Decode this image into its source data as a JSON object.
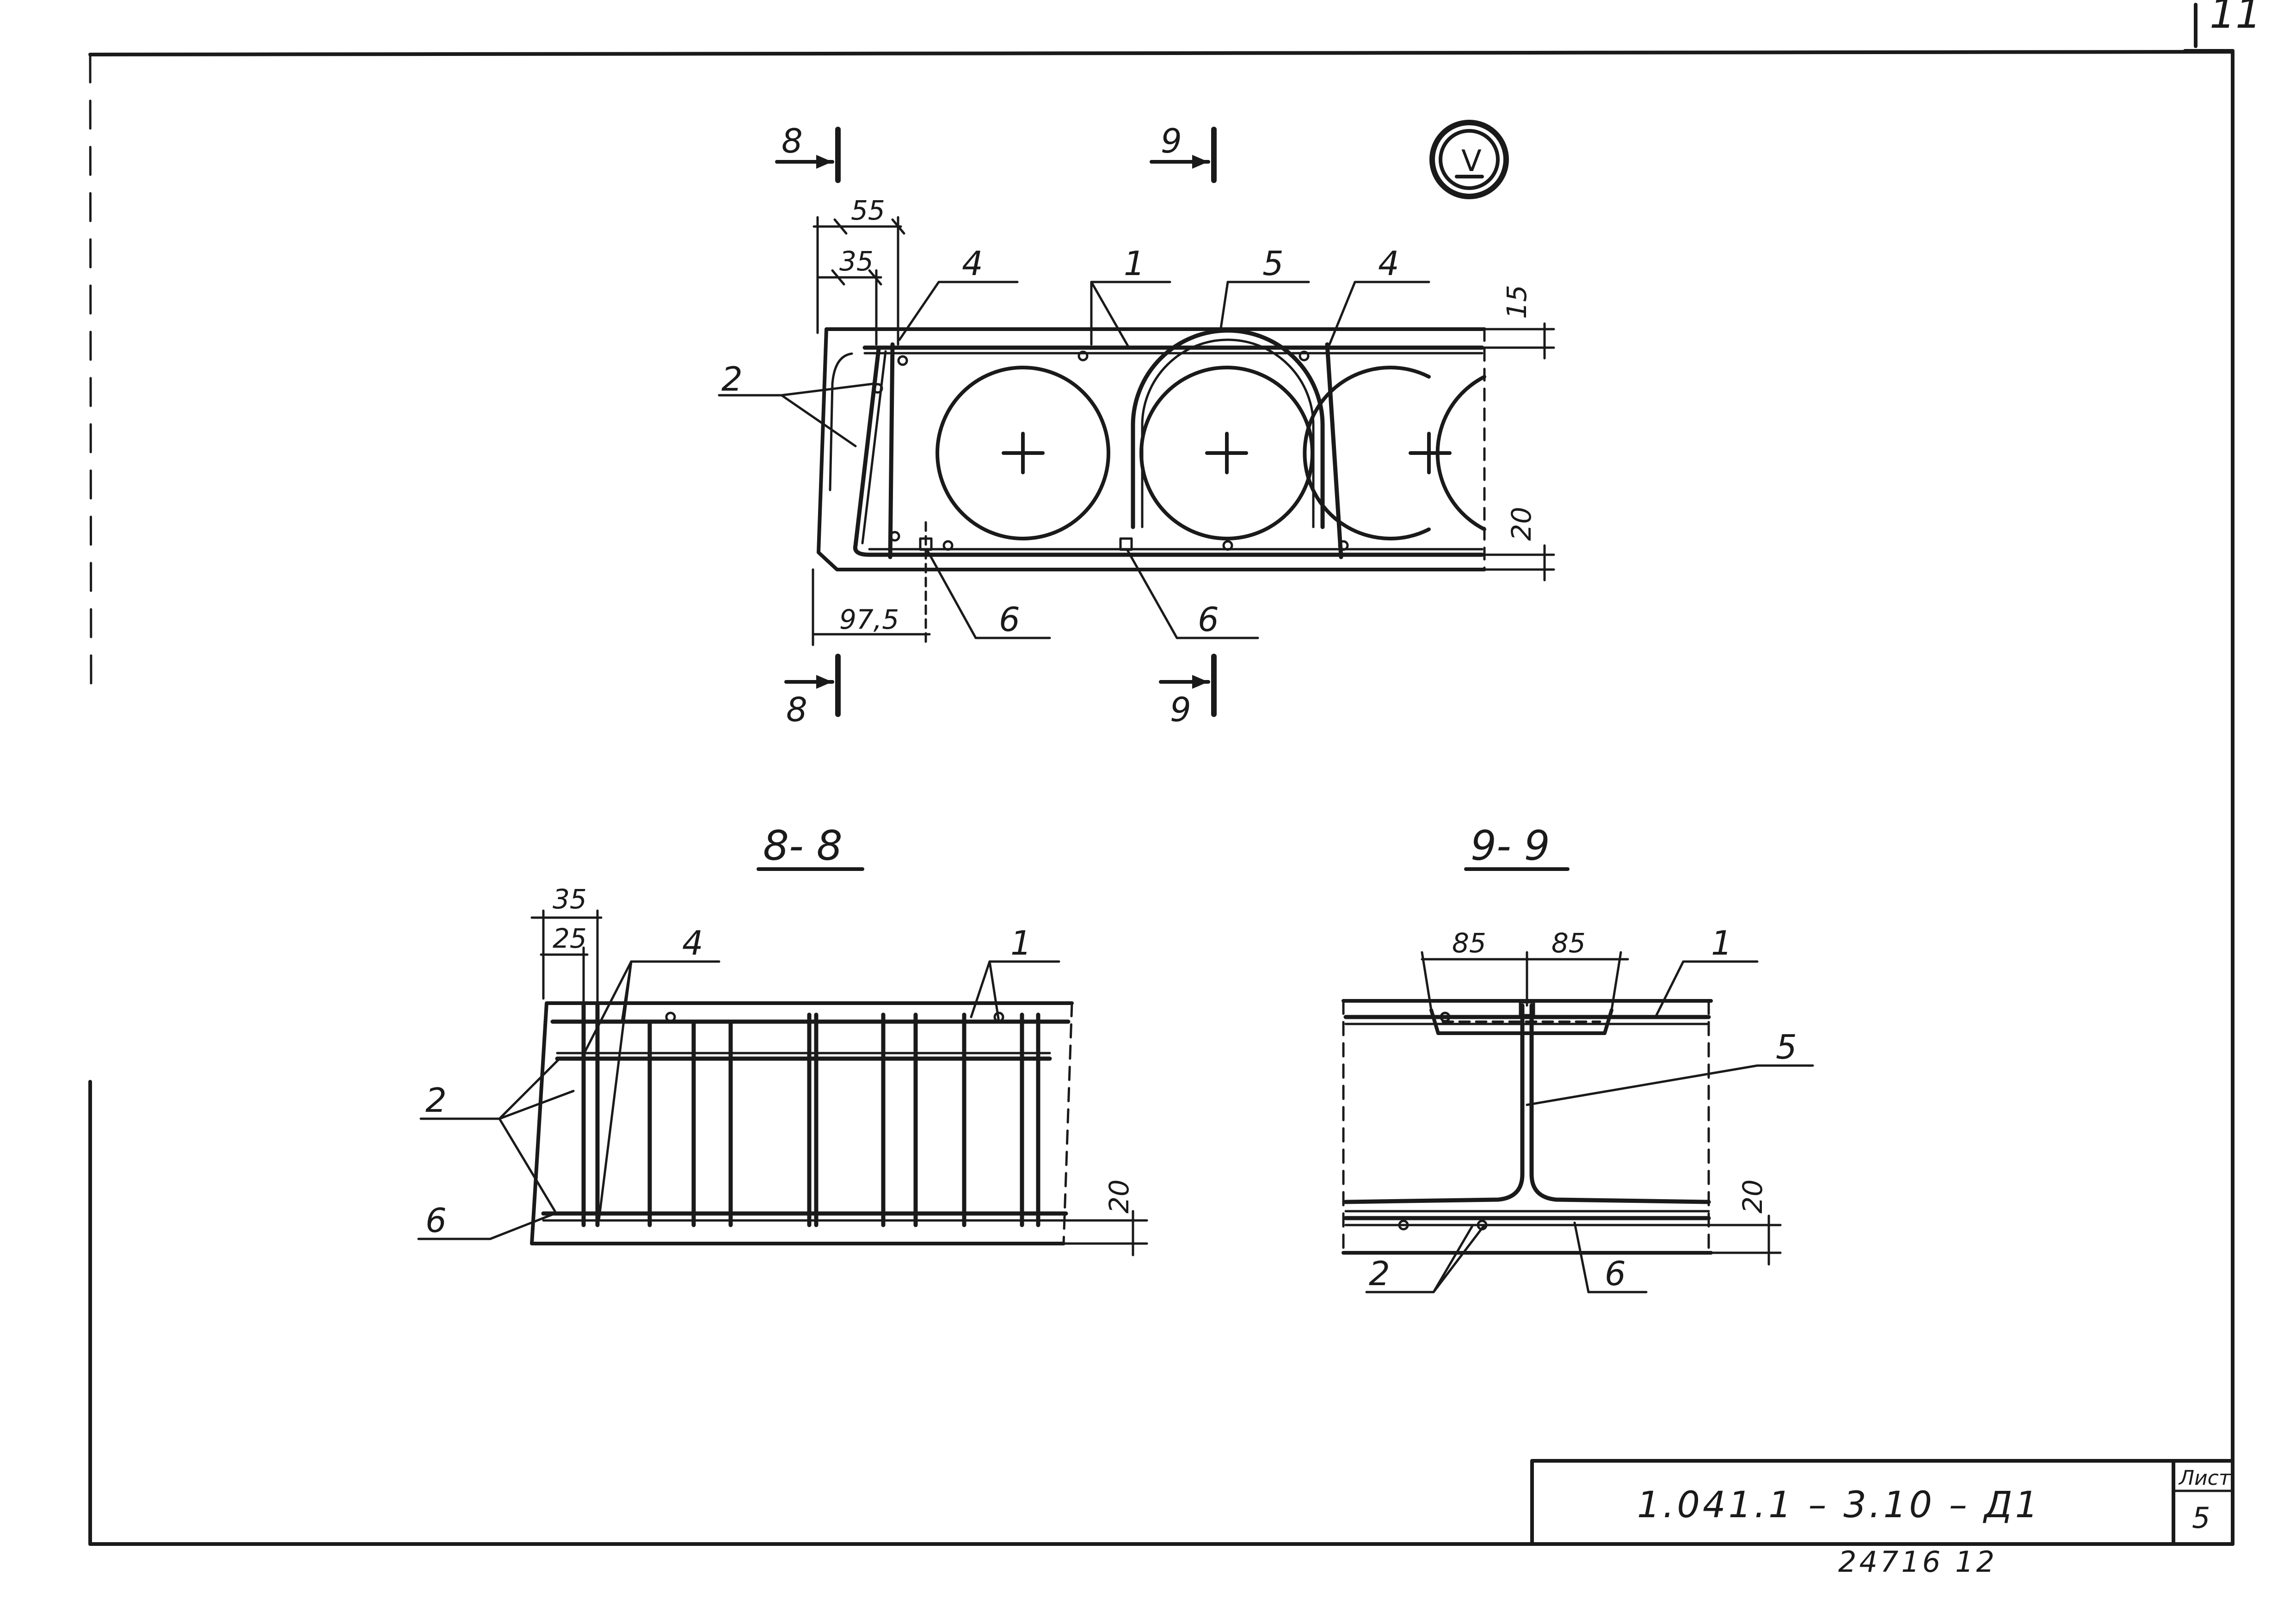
{
  "sheet": {
    "page_number": "11",
    "designation": "1.041.1 – 3.10 – Д1",
    "list_label": "Лист",
    "list_number": "5",
    "archive_number": "24716 12",
    "view_marker": "V"
  },
  "plan": {
    "section_markers": {
      "left_top": "8",
      "right_top": "9",
      "left_bottom": "8",
      "right_bottom": "9"
    },
    "dimensions": {
      "d55": "55",
      "d35": "35",
      "d15": "15",
      "d20": "20",
      "d975": "97,5"
    },
    "callouts": {
      "c4a": "4",
      "c1": "1",
      "c5": "5",
      "c4b": "4",
      "c2": "2",
      "c6a": "6",
      "c6b": "6"
    }
  },
  "section_8": {
    "title": "8- 8",
    "dimensions": {
      "d35": "35",
      "d25": "25",
      "d20": "20"
    },
    "callouts": {
      "c4": "4",
      "c1": "1",
      "c2": "2",
      "c6": "6"
    }
  },
  "section_9": {
    "title": "9- 9",
    "dimensions": {
      "d85a": "85",
      "d85b": "85",
      "d20": "20"
    },
    "callouts": {
      "c1": "1",
      "c5": "5",
      "c2": "2",
      "c6": "6"
    }
  }
}
